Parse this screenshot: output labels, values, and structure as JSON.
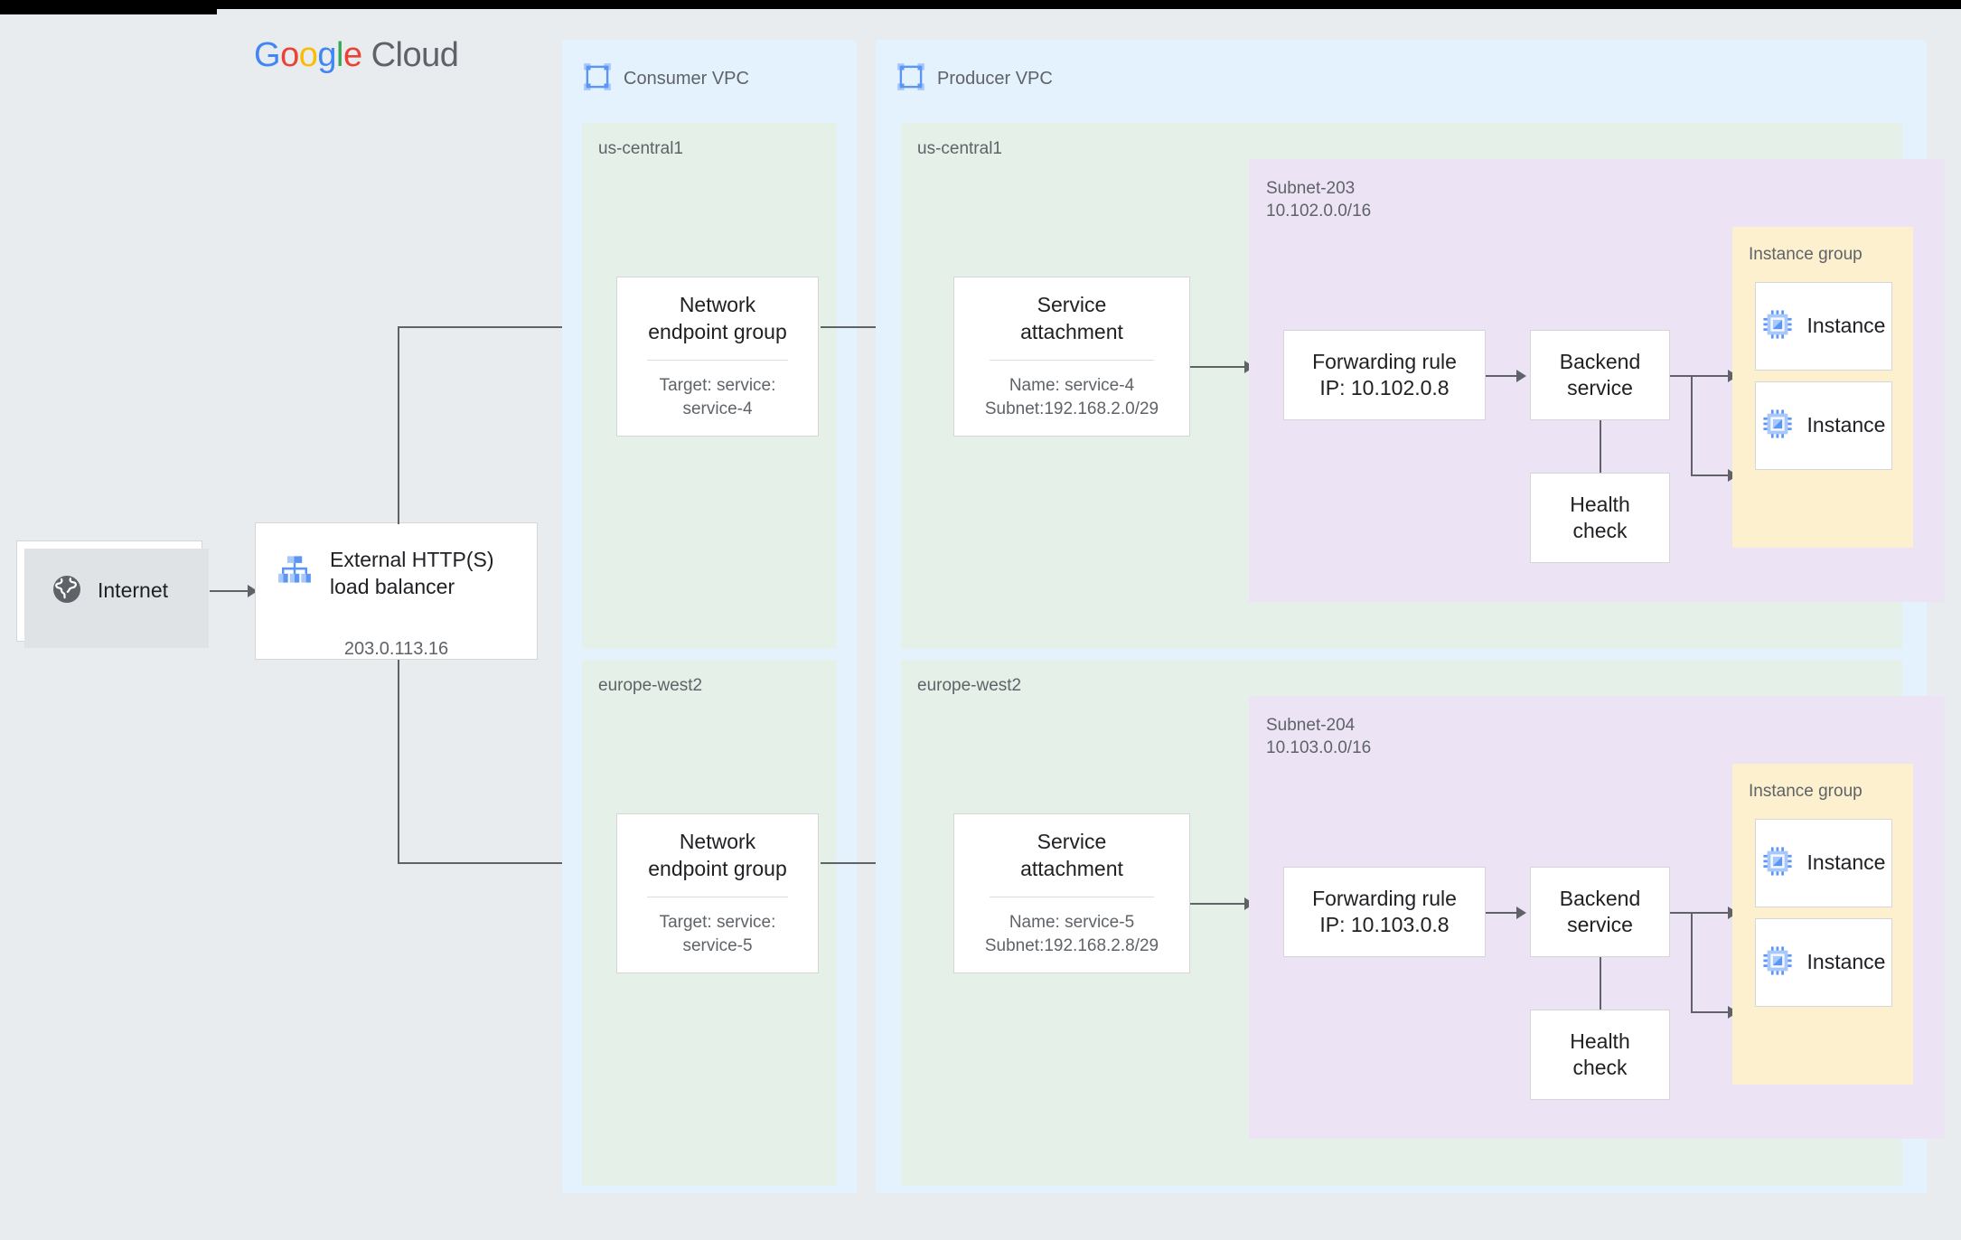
{
  "brand": {
    "google": [
      "G",
      "o",
      "o",
      "g",
      "l",
      "e"
    ],
    "cloud": "Cloud"
  },
  "internet": {
    "label": "Internet",
    "icon": "globe-icon"
  },
  "load_balancer": {
    "title_line1": "External HTTP(S)",
    "title_line2": "load balancer",
    "ip": "203.0.113.16",
    "icon": "load-balancer-icon"
  },
  "consumer_vpc": {
    "title": "Consumer VPC",
    "icon": "vpc-icon",
    "regions": [
      {
        "name": "us-central1",
        "neg": {
          "title_line1": "Network",
          "title_line2": "endpoint group",
          "sub_line1": "Target: service:",
          "sub_line2": "service-4"
        }
      },
      {
        "name": "europe-west2",
        "neg": {
          "title_line1": "Network",
          "title_line2": "endpoint group",
          "sub_line1": "Target: service:",
          "sub_line2": "service-5"
        }
      }
    ]
  },
  "producer_vpc": {
    "title": "Producer VPC",
    "icon": "vpc-icon",
    "regions": [
      {
        "name": "us-central1",
        "service_attachment": {
          "title_line1": "Service",
          "title_line2": "attachment",
          "sub_line1": "Name: service-4",
          "sub_line2": "Subnet:192.168.2.0/29"
        },
        "subnet": {
          "name": "Subnet-203",
          "cidr": "10.102.0.0/16",
          "forwarding_rule": {
            "line1": "Forwarding rule",
            "line2": "IP: 10.102.0.8"
          },
          "backend_service": {
            "line1": "Backend",
            "line2": "service"
          },
          "health_check": {
            "line1": "Health",
            "line2": "check"
          },
          "instance_group": {
            "label": "Instance group",
            "instances": [
              {
                "label": "Instance",
                "icon": "cpu-icon"
              },
              {
                "label": "Instance",
                "icon": "cpu-icon"
              }
            ]
          }
        }
      },
      {
        "name": "europe-west2",
        "service_attachment": {
          "title_line1": "Service",
          "title_line2": "attachment",
          "sub_line1": "Name: service-5",
          "sub_line2": "Subnet:192.168.2.8/29"
        },
        "subnet": {
          "name": "Subnet-204",
          "cidr": "10.103.0.0/16",
          "forwarding_rule": {
            "line1": "Forwarding rule",
            "line2": "IP: 10.103.0.8"
          },
          "backend_service": {
            "line1": "Backend",
            "line2": "service"
          },
          "health_check": {
            "line1": "Health",
            "line2": "check"
          },
          "instance_group": {
            "label": "Instance group",
            "instances": [
              {
                "label": "Instance",
                "icon": "cpu-icon"
              },
              {
                "label": "Instance",
                "icon": "cpu-icon"
              }
            ]
          }
        }
      }
    ]
  },
  "colors": {
    "canvas": "#e8ecef",
    "vpc": "#e3f2fd",
    "region": "#e4f0e8",
    "subnet": "#ece3f5",
    "instance_group": "#fdf0cf",
    "card": "#ffffff",
    "card_border": "#d6d6d6",
    "text_primary": "#202124",
    "text_secondary": "#5f6368",
    "connector": "#5f6368",
    "icon_blue": "#5b95f5",
    "icon_blue_light": "#a8c7fa"
  }
}
